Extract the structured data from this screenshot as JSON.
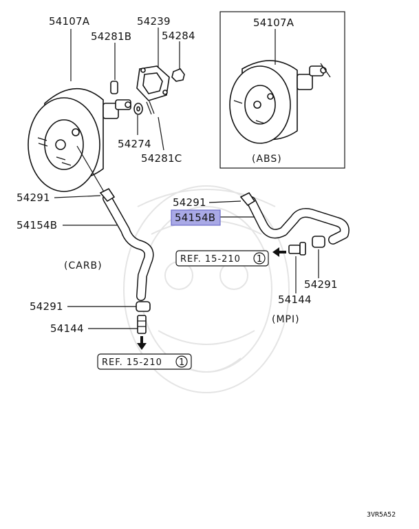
{
  "labels": {
    "booster_main": "54107A",
    "gasket": "54239",
    "bolt": "54281B",
    "nut": "54284",
    "washer": "54274",
    "pin": "54281C",
    "booster_abs": "54107A",
    "abs_caption": "(ABS)",
    "clamp_left_top": "54291",
    "hose_left": "54154B",
    "carb_caption": "(CARB)",
    "clamp_left_bottom": "54291",
    "fitting_left": "54144",
    "ref_left": "REF. 15-210",
    "ref_left_num": "1",
    "clamp_right_top": "54291",
    "hose_right_highlighted": "54154B",
    "ref_right": "REF. 15-210",
    "ref_right_num": "1",
    "clamp_right_bottom": "54291",
    "fitting_right": "54144",
    "mpi_caption": "(MPI)",
    "diagram_code": "3VR5A52"
  },
  "colors": {
    "highlight_fill": "#a9a9e6",
    "highlight_stroke": "#6a6ac8",
    "line": "#111111",
    "watermark": "#e4e4e4"
  }
}
